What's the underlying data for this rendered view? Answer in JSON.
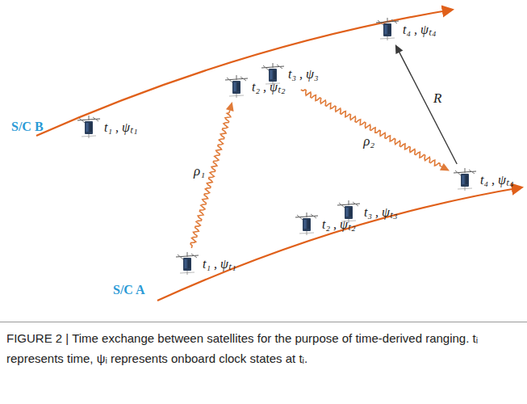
{
  "diagram": {
    "caption": "FIGURE 2 | Time exchange between satellites for the purpose of time-derived ranging. tᵢ represents time, ψᵢ represents onboard clock states at tᵢ.",
    "nodes": [
      {
        "text": [
          "t₁ , ψₜ₁"
        ]
      },
      {
        "text": [
          "t₂ , ψₜ₂"
        ]
      },
      {
        "text": [
          "t₃ , ψ₃"
        ]
      },
      {
        "text": [
          "t₄ , ψₜ₄"
        ]
      },
      {
        "text": [
          "t₁ , ψₜ₁"
        ]
      },
      {
        "text": [
          "t₂ , ψₜ₂"
        ]
      },
      {
        "text": [
          "t₃ , ψₜ₃"
        ]
      },
      {
        "text": [
          "t₄ , ψₜ₄"
        ]
      }
    ],
    "edges": [
      {
        "from": 4,
        "to": 1,
        "arrow": "to",
        "label": "ρ₁"
      },
      {
        "from": 2,
        "to": 7,
        "arrow": "to",
        "label": "ρ₂"
      },
      {
        "from": 7,
        "to": 3,
        "arrow": "to",
        "label": "R"
      }
    ],
    "labels": [
      "S/C B",
      "S/C A"
    ]
  }
}
